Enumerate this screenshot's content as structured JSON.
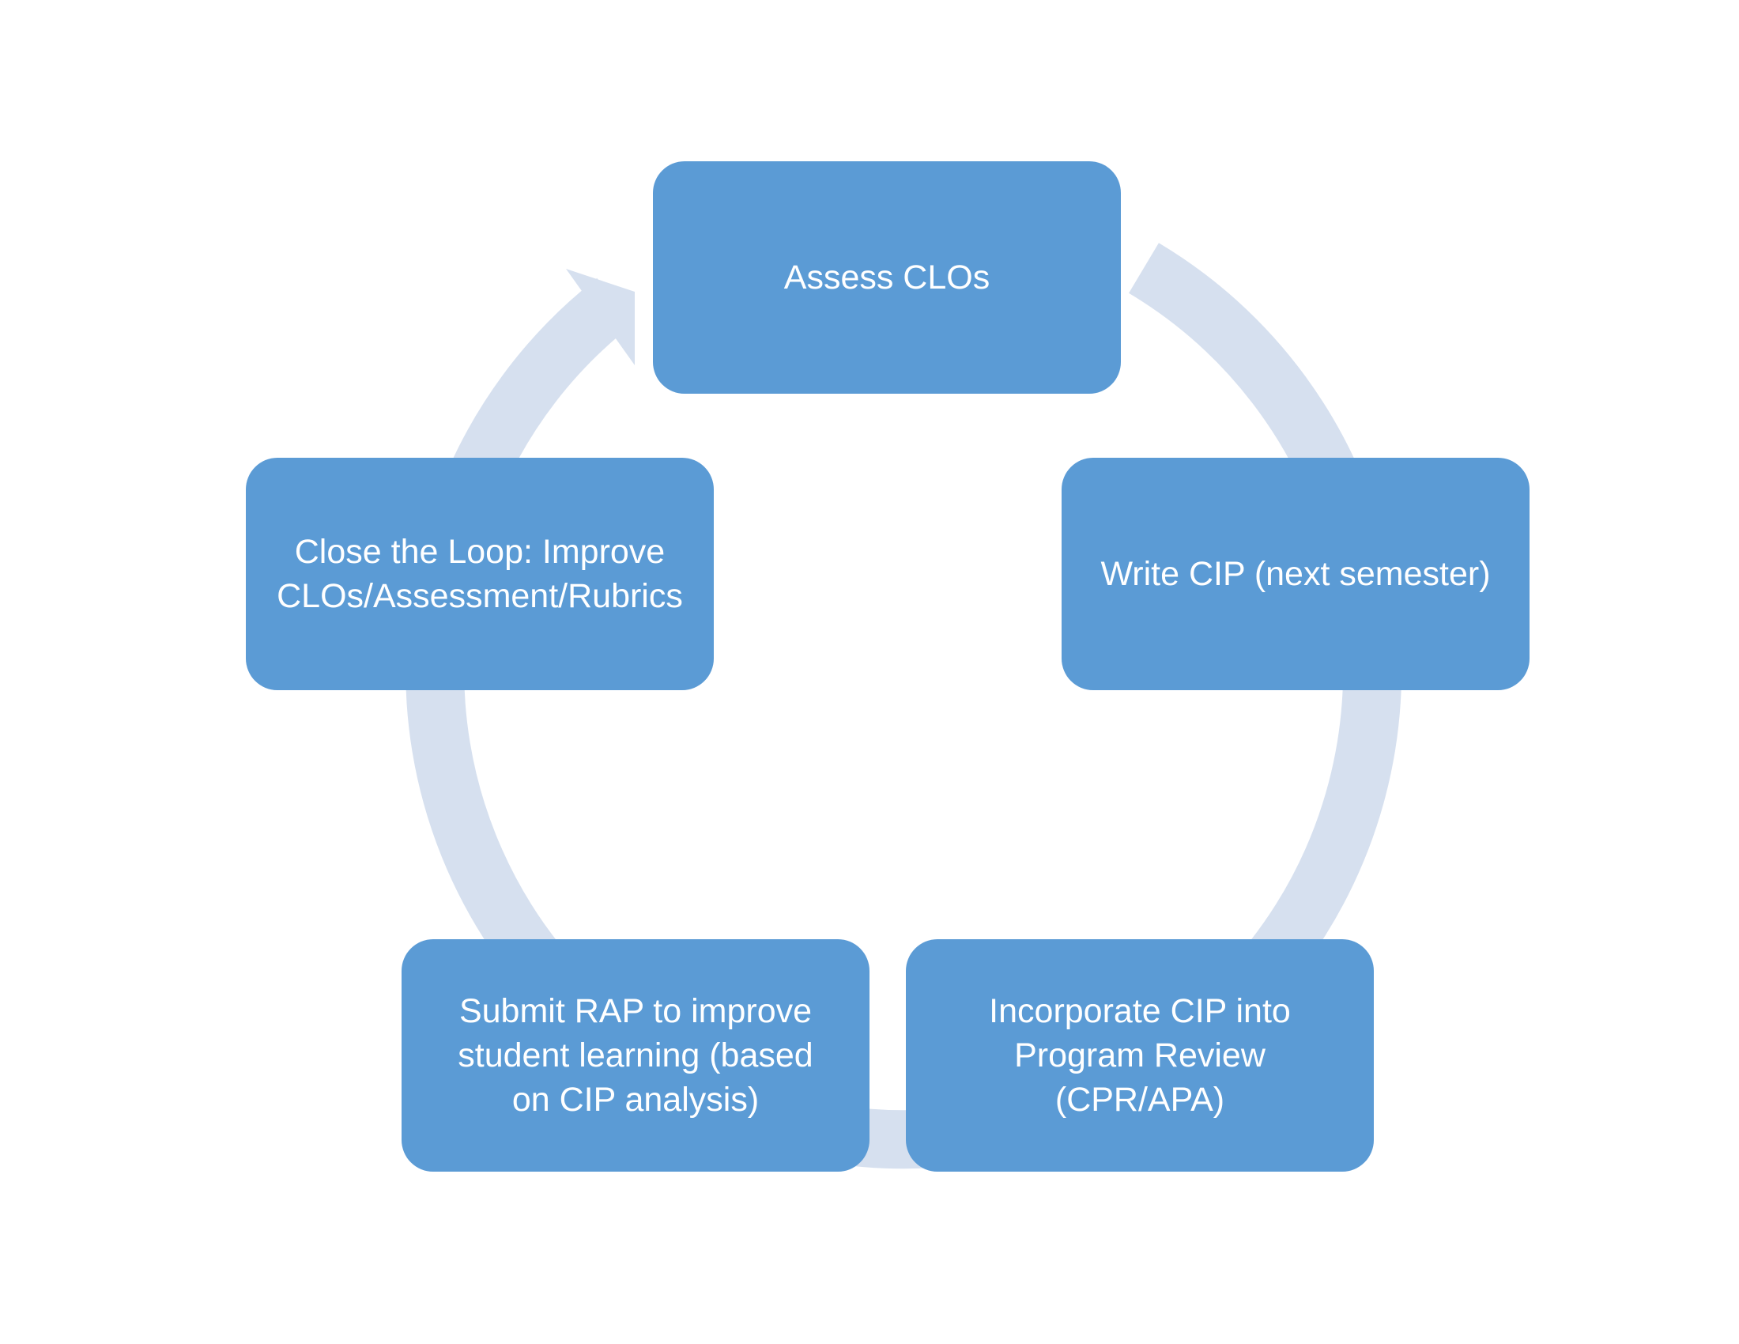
{
  "diagram": {
    "type": "cycle",
    "direction": "clockwise",
    "colors": {
      "box_fill": "#5b9bd5",
      "box_text": "#ffffff",
      "ring": "#d6e0ef",
      "background": "#ffffff"
    },
    "steps": [
      {
        "label": "Assess CLOs"
      },
      {
        "label": "Write CIP (next semester)"
      },
      {
        "label": "Incorporate CIP into\nProgram Review\n(CPR/APA)"
      },
      {
        "label": "Submit RAP to improve\nstudent learning (based\non CIP analysis)"
      },
      {
        "label": "Close the Loop: Improve\nCLOs/Assessment/Rubrics"
      }
    ]
  }
}
